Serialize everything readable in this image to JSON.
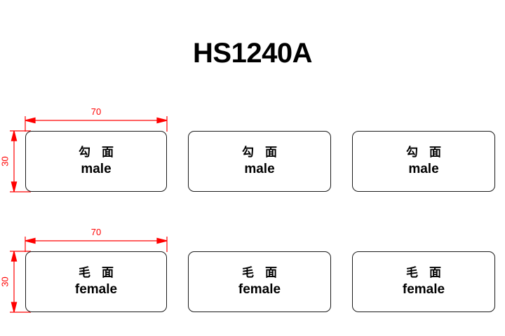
{
  "drawing": {
    "title": "HS1240A",
    "background_color": "#ffffff",
    "outline_color": "#1a1a1a",
    "dimension_color": "#ff0000"
  },
  "rows": [
    {
      "id": "male-row",
      "cjk_label": "勾 面",
      "latin_label": "male",
      "dimensions": {
        "width_value": "70",
        "height_value": "30"
      }
    },
    {
      "id": "female-row",
      "cjk_label": "毛 面",
      "latin_label": "female",
      "dimensions": {
        "width_value": "70",
        "height_value": "30"
      }
    }
  ]
}
